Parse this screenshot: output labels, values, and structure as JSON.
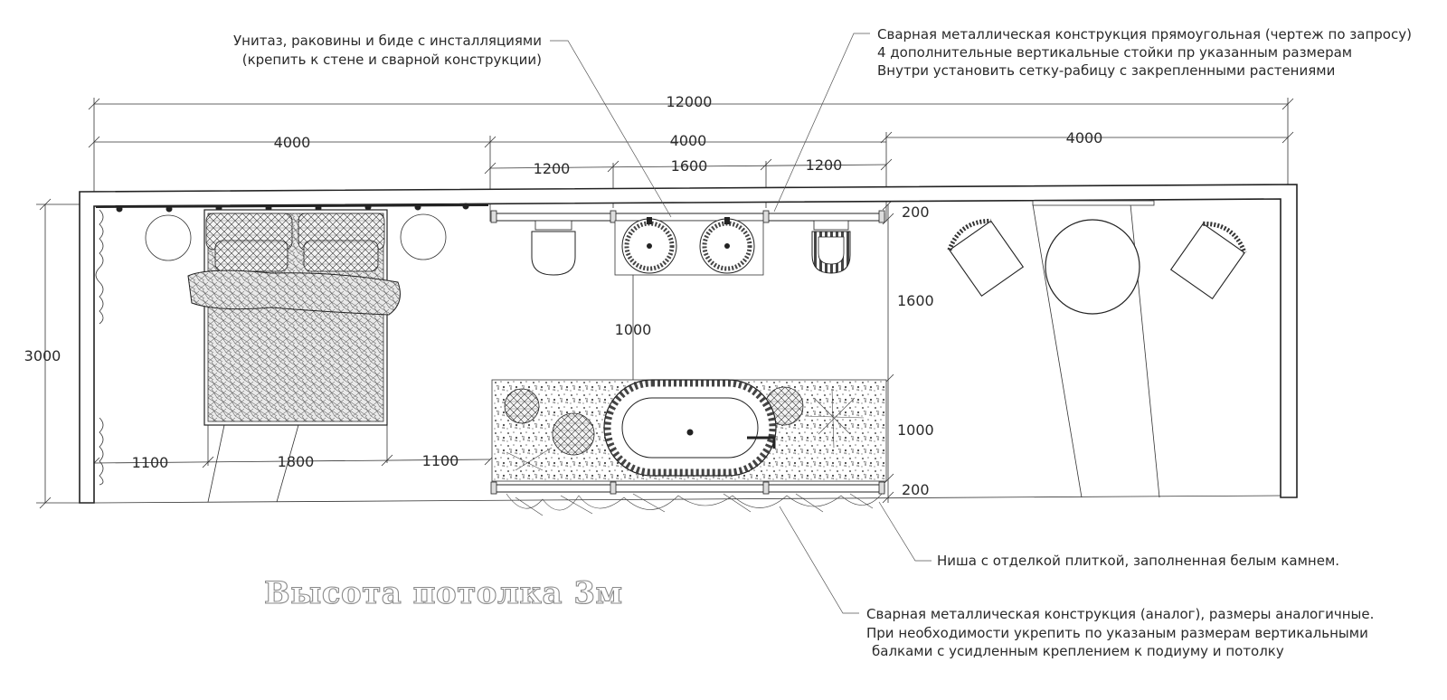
{
  "title": "Высота потолка 3м",
  "annotations": {
    "fixtures": [
      "Унитаз, раковины и биде с инсталляциями",
      "(крепить к стене и сварной конструкции)"
    ],
    "frame_top": [
      "Сварная металлическая конструкция прямоугольная (чертеж по запросу)",
      "4 дополнительные вертикальные стойки пр указанным размерам",
      "Внутри установить сетку-рабицу с закрепленными растениями"
    ],
    "niche": "Ниша с отделкой плиткой, заполненная белым камнем.",
    "frame_bottom": [
      "Сварная металлическая конструкция (аналог), размеры аналогичные.",
      "При необходимости укрепить по указаным размерам вертикальными",
      "балками с усидленным креплением к подиуму и потолку"
    ]
  },
  "dimensions": {
    "overall": "12000",
    "zone1": "4000",
    "zone2": "4000",
    "zone3": "4000",
    "bath_left": "1200",
    "bath_mid": "1600",
    "bath_right": "1200",
    "height_total": "3000",
    "bed_left": "1100",
    "bed_width": "1800",
    "bed_right": "1100",
    "gap_center": "1000",
    "frame_top_depth": "200",
    "room_depth": "1600",
    "niche_depth": "1000",
    "frame_bottom_depth": "200"
  }
}
